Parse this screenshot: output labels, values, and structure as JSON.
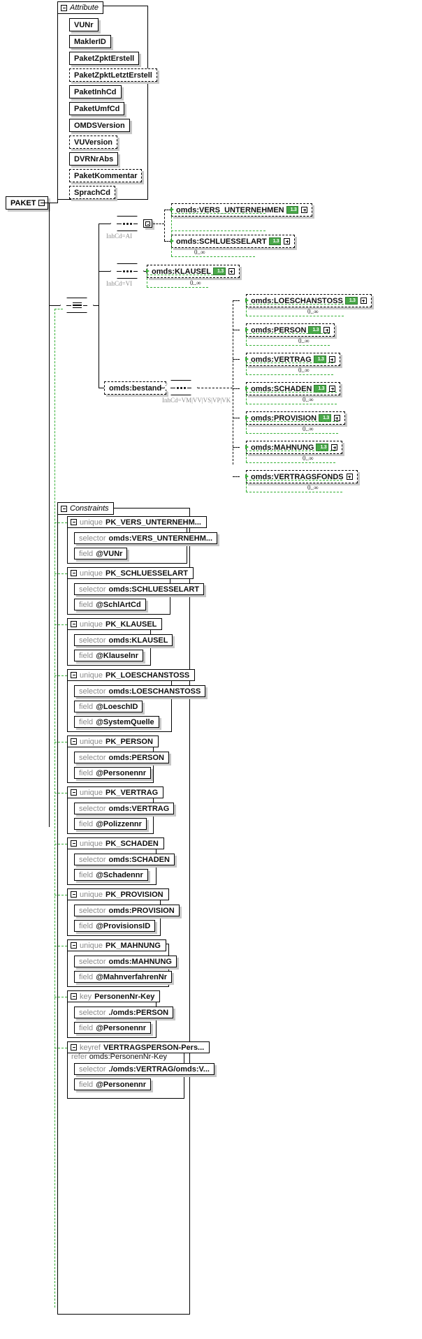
{
  "diagram": {
    "type": "xsd-schema-diagram",
    "root": {
      "label": "PAKET",
      "expander": "collapse-icon"
    }
  },
  "attribute_group": {
    "title": "Attribute",
    "items": [
      {
        "label": "VUNr",
        "required": true
      },
      {
        "label": "MaklerID",
        "required": true
      },
      {
        "label": "PaketZpktErstell",
        "required": true
      },
      {
        "label": "PaketZpktLetztErstell",
        "required": false
      },
      {
        "label": "PaketInhCd",
        "required": true
      },
      {
        "label": "PaketUmfCd",
        "required": true
      },
      {
        "label": "OMDSVersion",
        "required": true
      },
      {
        "label": "VUVersion",
        "required": false
      },
      {
        "label": "DVRNrAbs",
        "required": true
      },
      {
        "label": "PaketKommentar",
        "required": false
      },
      {
        "label": "SprachCd",
        "required": false
      }
    ]
  },
  "content": {
    "branches": [
      {
        "compositor": "sequence",
        "condition": "InhCd=AI",
        "elements": [
          {
            "label": "omds:VERS_UNTERNEHMEN",
            "badge": "1.3",
            "occurs": "",
            "expander": "plus"
          },
          {
            "label": "omds:SCHLUESSELART",
            "badge": "1.3",
            "occurs": "0..∞",
            "expander": "plus"
          }
        ]
      },
      {
        "compositor": "sequence",
        "condition": "InhCd=VI",
        "elements": [
          {
            "label": "omds:KLAUSEL",
            "badge": "1.3",
            "occurs": "0..∞",
            "expander": "plus"
          }
        ]
      },
      {
        "compositor": "sequence",
        "condition": "InhCd=VM|VV|VS|VP|VK",
        "wrapper": "omds:bestand",
        "elements": [
          {
            "label": "omds:LOESCHANSTOSS",
            "badge": "1.3",
            "occurs": "0..∞",
            "expander": "plus"
          },
          {
            "label": "omds:PERSON",
            "badge": "1.3",
            "occurs": "0..∞",
            "expander": "plus"
          },
          {
            "label": "omds:VERTRAG",
            "badge": "1.3",
            "occurs": "0..∞",
            "expander": "plus"
          },
          {
            "label": "omds:SCHADEN",
            "badge": "1.3",
            "occurs": "0..∞",
            "expander": "plus"
          },
          {
            "label": "omds:PROVISION",
            "badge": "1.3",
            "occurs": "0..∞",
            "expander": "plus"
          },
          {
            "label": "omds:MAHNUNG",
            "badge": "1.3",
            "occurs": "0..∞",
            "expander": "plus"
          },
          {
            "label": "omds:VERTRAGSFONDS",
            "badge": "",
            "occurs": "0..∞",
            "expander": "plus"
          }
        ]
      }
    ],
    "choice_compositor": "choice"
  },
  "constraints_group": {
    "title": "Constraints",
    "items": [
      {
        "kind": "unique",
        "name": "PK_VERS_UNTERNEHM...",
        "rows": [
          {
            "kw": "selector",
            "val": "omds:VERS_UNTERNEHM..."
          },
          {
            "kw": "field",
            "val": "@VUNr"
          }
        ]
      },
      {
        "kind": "unique",
        "name": "PK_SCHLUESSELART",
        "rows": [
          {
            "kw": "selector",
            "val": "omds:SCHLUESSELART"
          },
          {
            "kw": "field",
            "val": "@SchlArtCd"
          }
        ]
      },
      {
        "kind": "unique",
        "name": "PK_KLAUSEL",
        "rows": [
          {
            "kw": "selector",
            "val": "omds:KLAUSEL"
          },
          {
            "kw": "field",
            "val": "@Klauselnr"
          }
        ]
      },
      {
        "kind": "unique",
        "name": "PK_LOESCHANSTOSS",
        "rows": [
          {
            "kw": "selector",
            "val": "omds:LOESCHANSTOSS"
          },
          {
            "kw": "field",
            "val": "@LoeschID"
          },
          {
            "kw": "field",
            "val": "@SystemQuelle"
          }
        ]
      },
      {
        "kind": "unique",
        "name": "PK_PERSON",
        "rows": [
          {
            "kw": "selector",
            "val": "omds:PERSON"
          },
          {
            "kw": "field",
            "val": "@Personennr"
          }
        ]
      },
      {
        "kind": "unique",
        "name": "PK_VERTRAG",
        "rows": [
          {
            "kw": "selector",
            "val": "omds:VERTRAG"
          },
          {
            "kw": "field",
            "val": "@Polizzennr"
          }
        ]
      },
      {
        "kind": "unique",
        "name": "PK_SCHADEN",
        "rows": [
          {
            "kw": "selector",
            "val": "omds:SCHADEN"
          },
          {
            "kw": "field",
            "val": "@Schadennr"
          }
        ]
      },
      {
        "kind": "unique",
        "name": "PK_PROVISION",
        "rows": [
          {
            "kw": "selector",
            "val": "omds:PROVISION"
          },
          {
            "kw": "field",
            "val": "@ProvisionsID"
          }
        ]
      },
      {
        "kind": "unique",
        "name": "PK_MAHNUNG",
        "rows": [
          {
            "kw": "selector",
            "val": "omds:MAHNUNG"
          },
          {
            "kw": "field",
            "val": "@MahnverfahrenNr"
          }
        ]
      },
      {
        "kind": "key",
        "name": "PersonenNr-Key",
        "rows": [
          {
            "kw": "selector",
            "val": "./omds:PERSON"
          },
          {
            "kw": "field",
            "val": "@Personennr"
          }
        ]
      },
      {
        "kind": "keyref",
        "name": "VERTRAGSPERSON-Pers...",
        "refer": {
          "kw": "refer",
          "val": "omds:PersonenNr-Key"
        },
        "rows": [
          {
            "kw": "selector",
            "val": "./omds:VERTRAG/omds:V..."
          },
          {
            "kw": "field",
            "val": "@Personennr"
          }
        ]
      }
    ]
  }
}
